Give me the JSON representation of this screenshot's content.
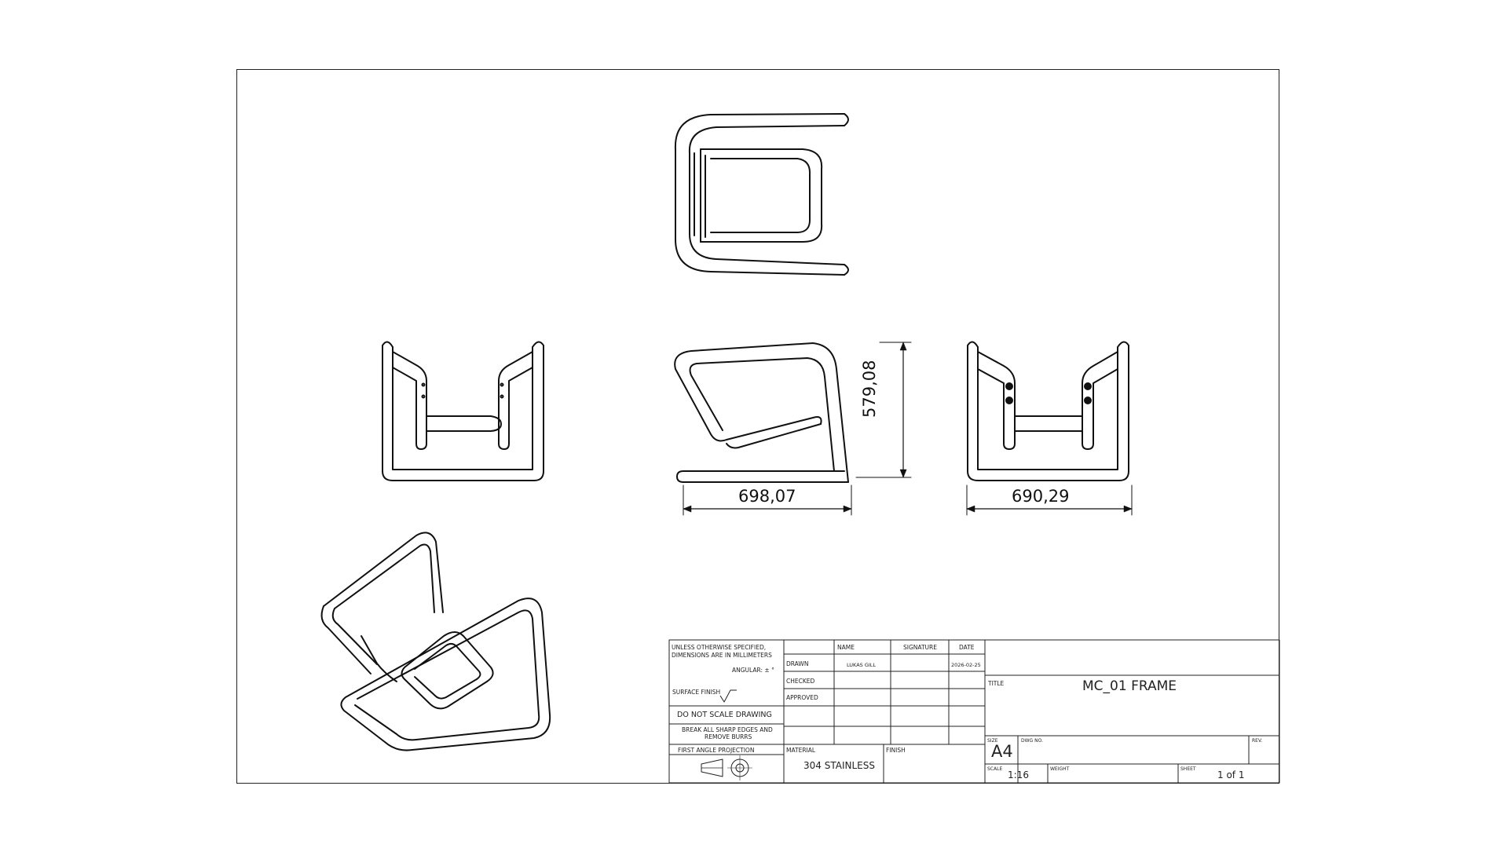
{
  "dimensions": {
    "front_width": "698,07",
    "front_height": "579,08",
    "side_width": "690,29"
  },
  "title_block": {
    "notes": {
      "line1": "UNLESS OTHERWISE SPECIFIED,",
      "line2": "DIMENSIONS ARE IN MILLIMETERS",
      "angular": "ANGULAR: ± °",
      "surface_finish": "SURFACE FINISH",
      "do_not_scale": "DO NOT SCALE DRAWING",
      "break_edges_1": "BREAK ALL SHARP EDGES AND",
      "break_edges_2": "REMOVE BURRS",
      "projection": "FIRST ANGLE PROJECTION"
    },
    "headers": {
      "name": "NAME",
      "signature": "SIGNATURE",
      "date": "DATE"
    },
    "rows": {
      "drawn": "DRAWN",
      "checked": "CHECKED",
      "approved": "APPROVED",
      "drawn_name": "LUKAS GILL",
      "drawn_date": "2026-02-25"
    },
    "material_label": "MATERIAL",
    "material_value": "304 STAINLESS",
    "finish_label": "FINISH",
    "title_label": "TITLE",
    "title_value": "MC_01 FRAME",
    "size_label": "SIZE",
    "size_value": "A4",
    "dwg_label": "DWG NO.",
    "rev_label": "REV.",
    "scale_label": "SCALE",
    "scale_value": "1:16",
    "weight_label": "WEIGHT",
    "sheet_label": "SHEET",
    "sheet_value": "1 of 1"
  },
  "colors": {
    "line": "#111111",
    "border": "#222222",
    "background": "#ffffff"
  }
}
